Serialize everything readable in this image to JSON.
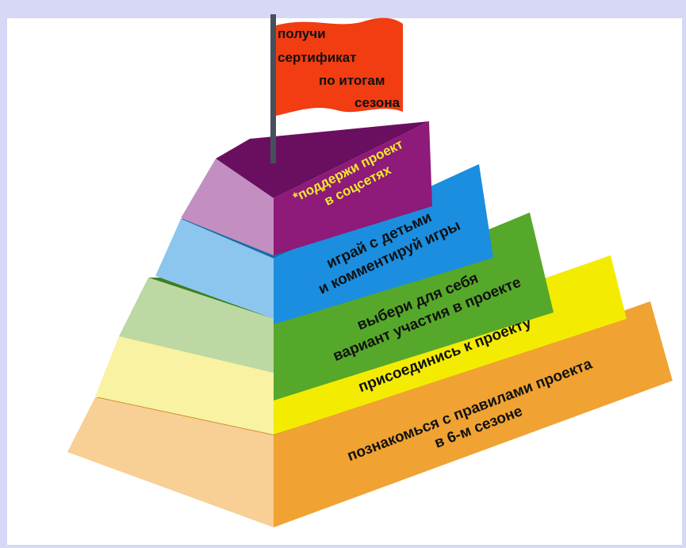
{
  "flag": {
    "lines": [
      "получи",
      "сертификат",
      "по итогам",
      "сезона"
    ],
    "color": "#f23c12"
  },
  "levels": [
    {
      "lines": [
        "*поддержи проект",
        "в соцсетях"
      ],
      "front_color": "#8e1a7a",
      "side_color": "#c28fc0",
      "text_color": "#f2ea2e"
    },
    {
      "lines": [
        "играй с детьми",
        "и комментируй игры"
      ],
      "front_color": "#1b8ee0",
      "side_color": "#8cc6ee",
      "text_color": "#111111"
    },
    {
      "lines": [
        "выбери для себя",
        "вариант участия в проекте"
      ],
      "front_color": "#56a82a",
      "side_color": "#bdd8a2",
      "text_color": "#111111"
    },
    {
      "lines": [
        "присоединись к проекту"
      ],
      "front_color": "#f4ec00",
      "side_color": "#f8f2a2",
      "text_color": "#111111"
    },
    {
      "lines": [
        "познакомься с правилами проекта",
        "в 6-м сезоне"
      ],
      "front_color": "#f0a232",
      "side_color": "#f8cf94",
      "text_color": "#111111"
    }
  ]
}
